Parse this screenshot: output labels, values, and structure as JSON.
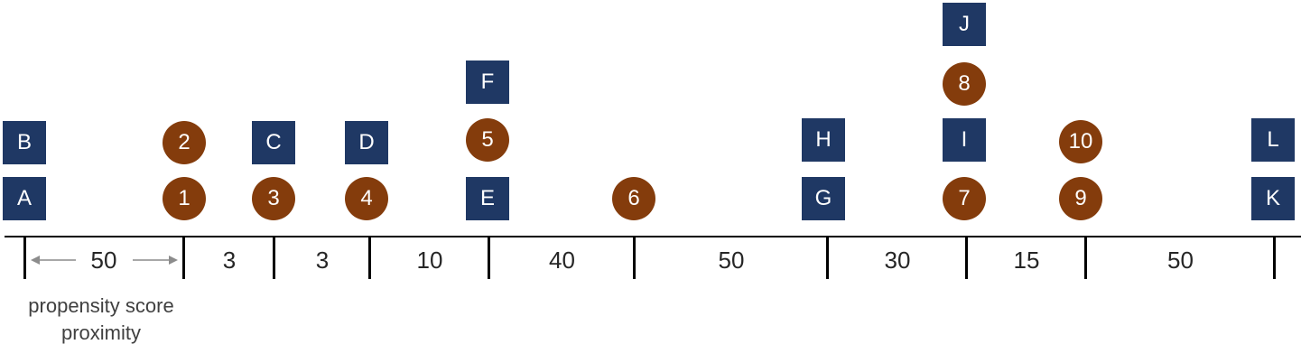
{
  "colors": {
    "control": "#1f3864",
    "treated": "#843c0c",
    "axis": "#000000",
    "arrow": "#8c8c8c"
  },
  "controls": [
    {
      "label": "A"
    },
    {
      "label": "B"
    },
    {
      "label": "C"
    },
    {
      "label": "D"
    },
    {
      "label": "E"
    },
    {
      "label": "F"
    },
    {
      "label": "G"
    },
    {
      "label": "H"
    },
    {
      "label": "I"
    },
    {
      "label": "J"
    },
    {
      "label": "K"
    },
    {
      "label": "L"
    }
  ],
  "treated": [
    {
      "label": "1"
    },
    {
      "label": "2"
    },
    {
      "label": "3"
    },
    {
      "label": "4"
    },
    {
      "label": "5"
    },
    {
      "label": "6"
    },
    {
      "label": "7"
    },
    {
      "label": "8"
    },
    {
      "label": "9"
    },
    {
      "label": "10"
    }
  ],
  "segments": [
    "50",
    "3",
    "3",
    "10",
    "40",
    "50",
    "30",
    "15",
    "50"
  ],
  "caption_line1": "propensity score",
  "caption_line2": "proximity"
}
